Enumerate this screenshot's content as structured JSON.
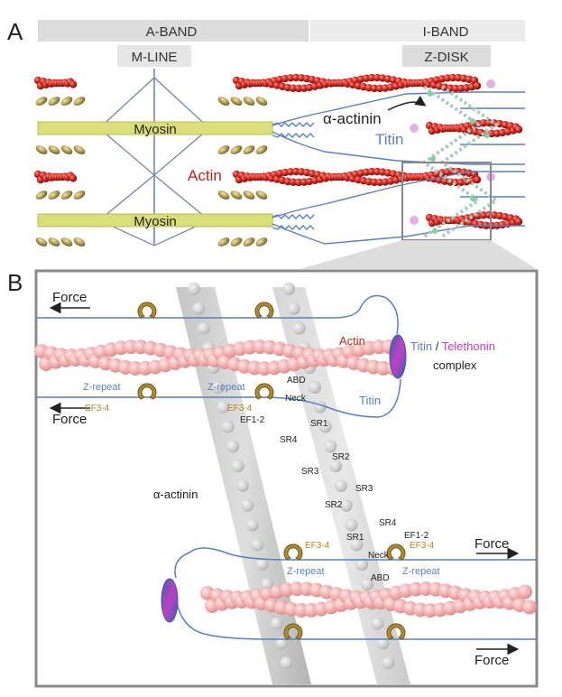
{
  "panel_a": {
    "letter": "A",
    "band_a": "A-BAND",
    "band_i": "I-BAND",
    "m_line": "M-LINE",
    "z_disk": "Z-DISK",
    "myosin_top": "Myosin",
    "myosin_bottom": "Myosin",
    "alpha_actinin": "α-actinin",
    "titin": "Titin",
    "actin": "Actin"
  },
  "panel_b": {
    "letter": "B",
    "force_top_left": "Force",
    "force_mid_left": "Force",
    "force_mid_right": "Force",
    "force_bottom_right": "Force",
    "actin": "Actin",
    "titin_word": "Titin",
    "slash": " / ",
    "telethonin_word": "Telethonin",
    "complex": "complex",
    "titin_lower": "Titin",
    "z_repeat_tl": "Z-repeat",
    "z_repeat_tm": "Z-repeat",
    "z_repeat_bl": "Z-repeat",
    "z_repeat_br": "Z-repeat",
    "ef34_tl": "EF3-4",
    "ef34_tm": "EF3-4",
    "ef34_bl": "EF3-4",
    "ef34_br": "EF3-4",
    "abd_top": "ABD",
    "neck_top": "Neck",
    "ef12_top": "EF1-2",
    "sr1_a": "SR1",
    "sr4_a": "SR4",
    "sr2_a": "SR2",
    "sr3_a": "SR3",
    "sr3_b": "SR3",
    "sr2_b": "SR2",
    "sr4_b": "SR4",
    "sr1_b": "SR1",
    "ef12_bottom": "EF1-2",
    "neck_bottom": "Neck",
    "abd_bottom": "ABD",
    "alpha_actinin": "α-actinin"
  },
  "colors": {
    "actin_red": "#c0201e",
    "actin_pink": "#f2b6b6",
    "myosin_fill": "#d9e07a",
    "titin_blue": "#5b7fbf",
    "telethonin_magenta": "#c040c0",
    "ef_gold": "#c08020",
    "band_gray": "#dcdcdc"
  }
}
